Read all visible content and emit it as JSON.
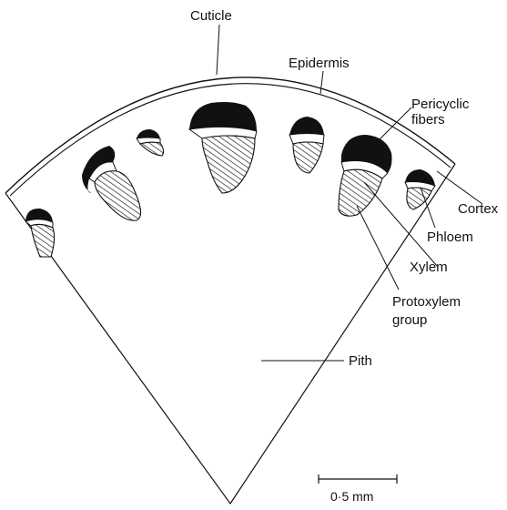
{
  "diagram": {
    "labels": {
      "cuticle": "Cuticle",
      "epidermis": "Epidermis",
      "pericyclic_line1": "Pericyclic",
      "pericyclic_line2": "fibers",
      "cortex": "Cortex",
      "phloem": "Phloem",
      "xylem": "Xylem",
      "protoxylem_line1": "Protoxylem",
      "protoxylem_line2": "group",
      "pith": "Pith"
    },
    "scale_bar": {
      "label": "0·5 mm"
    },
    "colors": {
      "ink": "#111111",
      "background": "#ffffff"
    }
  }
}
